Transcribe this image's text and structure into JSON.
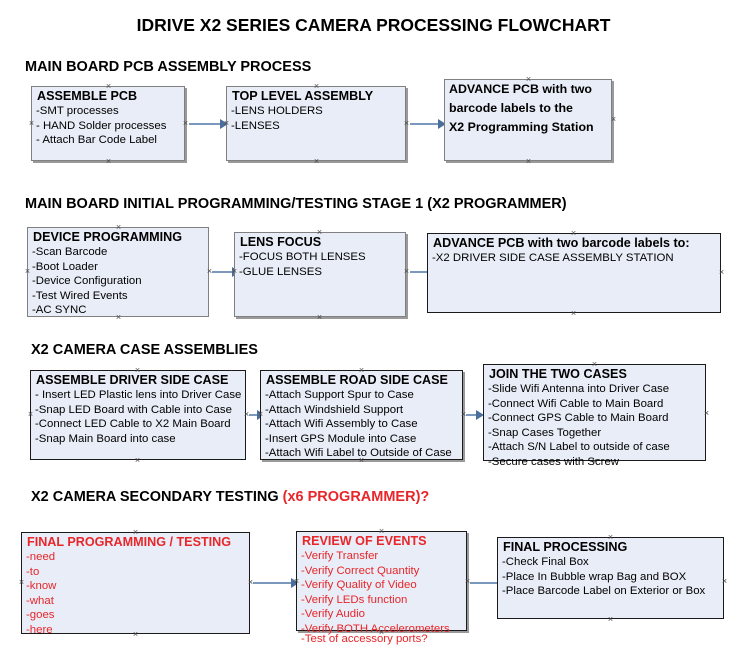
{
  "document": {
    "title": "IDRIVE X2  SERIES CAMERA PROCESSING FLOWCHART",
    "accent_color": "#e8262a",
    "box_fill_color": "#e8edf7",
    "box_border_color": "#808080",
    "connector_color": "#7a99bd"
  },
  "sections": [
    {
      "id": "main-board-pcb-assembly",
      "heading": "MAIN BOARD PCB ASSEMBLY PROCESS",
      "heading_accent": "",
      "boxes": [
        {
          "id": "assemble-pcb",
          "header": "ASSEMBLE PCB",
          "lines": [
            "-SMT processes",
            "- HAND Solder processes",
            "- Attach Bar Code Label"
          ]
        },
        {
          "id": "top-level-assembly",
          "header": "TOP LEVEL ASSEMBLY",
          "lines": [
            "-LENS HOLDERS",
            "-LENSES"
          ]
        },
        {
          "id": "advance-pcb-to-x2-station",
          "header": "",
          "lines": [
            "ADVANCE PCB with two",
            "barcode labels to the",
            " X2 Programming Station"
          ]
        }
      ]
    },
    {
      "id": "main-board-initial-programming",
      "heading": "MAIN BOARD INITIAL PROGRAMMING/TESTING STAGE 1 (X2 PROGRAMMER)",
      "heading_accent": "",
      "boxes": [
        {
          "id": "device-programming",
          "header": "DEVICE PROGRAMMING",
          "lines": [
            "-Scan Barcode",
            "-Boot Loader",
            "-Device Configuration",
            "-Test Wired Events",
            "-AC SYNC"
          ]
        },
        {
          "id": "lens-focus",
          "header": "LENS FOCUS",
          "lines": [
            "-FOCUS BOTH LENSES",
            "-GLUE LENSES"
          ]
        },
        {
          "id": "advance-pcb-to-driver-side-station",
          "header": "ADVANCE PCB with two barcode labels to:",
          "lines": [
            "-X2 DRIVER  SIDE  CASE  ASSEMBLY STATION"
          ]
        }
      ]
    },
    {
      "id": "x2-camera-case-assemblies",
      "heading": "X2 CAMERA CASE ASSEMBLIES",
      "heading_accent": "",
      "boxes": [
        {
          "id": "assemble-driver-side-case",
          "header": "ASSEMBLE DRIVER SIDE CASE",
          "lines": [
            "- Insert LED Plastic lens into Driver Case",
            "-Snap LED Board with Cable into Case",
            "-Connect LED Cable to X2 Main Board",
            "-Snap Main Board into case"
          ]
        },
        {
          "id": "assemble-road-side-case",
          "header": "ASSEMBLE ROAD SIDE CASE",
          "lines": [
            "-Attach Support Spur to Case",
            "-Attach Windshield Support",
            "-Attach Wifi Assembly to Case",
            "-Insert GPS Module into Case",
            "-Attach Wifi Label to Outside of Case"
          ]
        },
        {
          "id": "join-the-two-cases",
          "header": "JOIN THE TWO CASES",
          "lines": [
            "-Slide Wifi Antenna into Driver Case",
            "-Connect Wifi Cable to Main Board",
            "-Connect GPS Cable to Main Board",
            "-Snap Cases Together",
            "-Attach S/N Label to outside of case",
            "-Secure cases with Screw"
          ]
        }
      ]
    },
    {
      "id": "x2-camera-secondary-testing",
      "heading": "X2 CAMERA SECONDARY TESTING ",
      "heading_accent": "(x6 PROGRAMMER)?",
      "boxes": [
        {
          "id": "final-programming-testing",
          "header": "FINAL PROGRAMMING / TESTING",
          "lines": [
            "-need",
            "-to",
            "-know",
            "-what",
            "-goes",
            "-here"
          ]
        },
        {
          "id": "review-of-events",
          "header": "REVIEW OF EVENTS",
          "lines": [
            "-Verify Transfer",
            "-Verify Correct Quantity",
            "-Verify Quality of Video",
            "-Verify LEDs function",
            "-Verify Audio",
            "-Verify BOTH Accelerometers"
          ],
          "overflow_line": "-Test of accessory ports?"
        },
        {
          "id": "final-processing",
          "header": "FINAL PROCESSING",
          "lines": [
            " -Check Final Box",
            "-Place In Bubble wrap Bag and BOX",
            "-Place Barcode Label on Exterior or Box"
          ]
        }
      ]
    }
  ]
}
